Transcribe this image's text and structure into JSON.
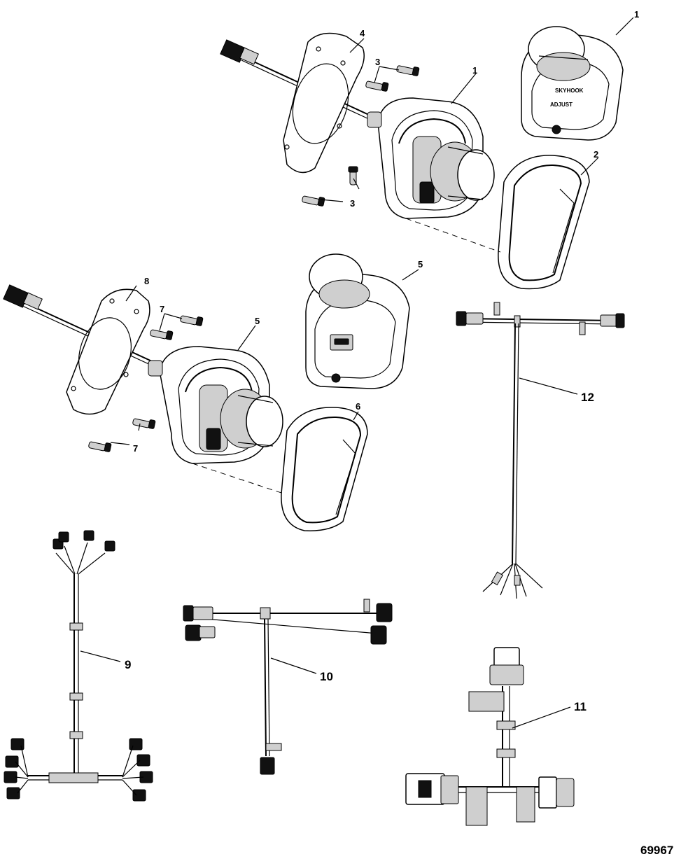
{
  "diagram": {
    "figure_id": "69967",
    "callouts": [
      "1",
      "1",
      "2",
      "3",
      "3",
      "4",
      "5",
      "5",
      "6",
      "7",
      "7",
      "8",
      "9",
      "10",
      "11",
      "12"
    ],
    "helm_labels": {
      "keypad_text": "SKYHOOK",
      "adjust_text": "ADJUST"
    }
  }
}
